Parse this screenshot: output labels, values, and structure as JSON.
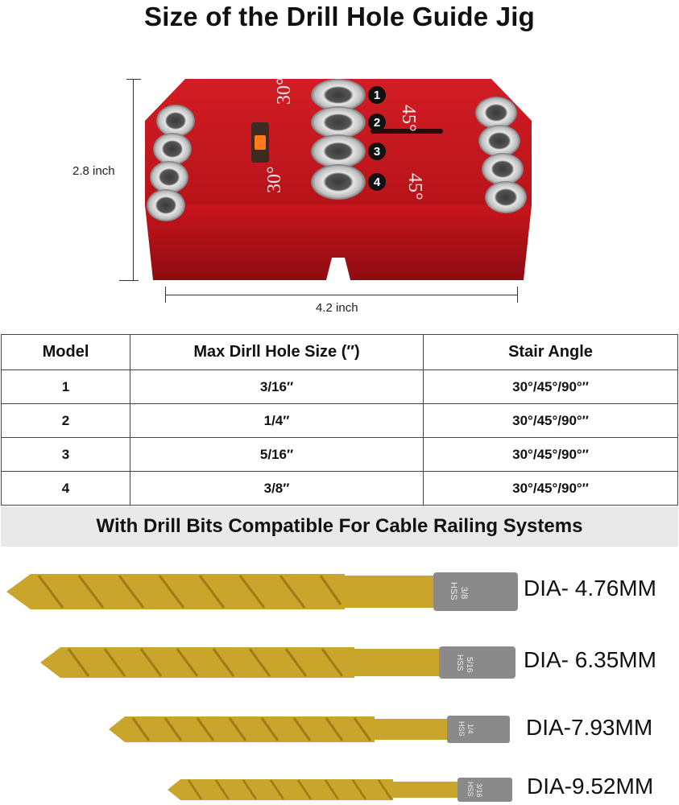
{
  "title": "Size of the Drill Hole Guide Jig",
  "figure": {
    "height_label": "2.8 inch",
    "width_label": "4.2 inch",
    "angle_labels": [
      "30°",
      "30°",
      "45°",
      "45°"
    ],
    "hole_numbers": [
      "1",
      "2",
      "3",
      "4"
    ]
  },
  "table": {
    "headers": [
      "Model",
      "Max Dirll Hole Size (″)",
      "Stair Angle"
    ],
    "rows": [
      [
        "1",
        "3/16″",
        "30°/45°/90°″"
      ],
      [
        "2",
        "1/4″",
        "30°/45°/90°″"
      ],
      [
        "3",
        "5/16″",
        "30°/45°/90°″"
      ],
      [
        "4",
        "3/8″",
        "30°/45°/90°″"
      ]
    ]
  },
  "banner": "With Drill Bits Compatible For Cable Railing Systems",
  "drill_bits": [
    {
      "label": "DIA- 4.76MM",
      "shank_text": [
        "3/8",
        "HSS"
      ]
    },
    {
      "label": "DIA- 6.35MM",
      "shank_text": [
        "5/16",
        "HSS"
      ]
    },
    {
      "label": "DIA-7.93MM",
      "shank_text": [
        "1/4",
        "HSS"
      ]
    },
    {
      "label": "DIA-9.52MM",
      "shank_text": [
        "3/16",
        "HSS"
      ]
    }
  ],
  "colors": {
    "jig_red": "#c8141c",
    "jig_dark_red": "#8e0c12",
    "bit_gold": "#c9a62b",
    "shank_gray": "#8a8a8a",
    "banner_gray": "#e9e9e9"
  }
}
